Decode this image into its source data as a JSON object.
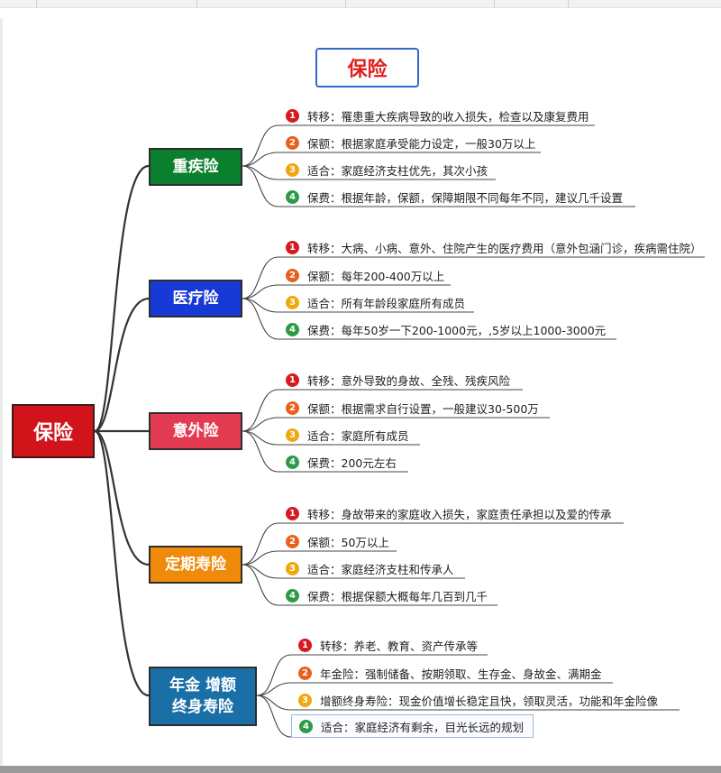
{
  "title": "保险",
  "root": {
    "label": "保险",
    "color": "#d1131a"
  },
  "branches": [
    {
      "label": "重疾险",
      "color": "#0a7f2e",
      "items": [
        {
          "n": "1",
          "text": "转移：罹患重大疾病导致的收入损失，检查以及康复费用"
        },
        {
          "n": "2",
          "text": "保额：根据家庭承受能力设定，一般30万以上"
        },
        {
          "n": "3",
          "text": "适合：家庭经济支柱优先，其次小孩"
        },
        {
          "n": "4",
          "text": "保费：根据年龄，保额，保障期限不同每年不同，建议几千设置"
        }
      ]
    },
    {
      "label": "医疗险",
      "color": "#1739d6",
      "items": [
        {
          "n": "1",
          "text": "转移：大病、小病、意外、住院产生的医疗费用（意外包涵门诊，疾病需住院）"
        },
        {
          "n": "2",
          "text": "保额：每年200-400万以上"
        },
        {
          "n": "3",
          "text": "适合：所有年龄段家庭所有成员"
        },
        {
          "n": "4",
          "text": "保费：每年50岁一下200-1000元，,5岁以上1000-3000元"
        }
      ]
    },
    {
      "label": "意外险",
      "color": "#e33c52",
      "items": [
        {
          "n": "1",
          "text": "转移：意外导致的身故、全残、残疾风险"
        },
        {
          "n": "2",
          "text": "保额：根据需求自行设置，一般建议30-500万"
        },
        {
          "n": "3",
          "text": "适合：家庭所有成员"
        },
        {
          "n": "4",
          "text": "保费：200元左右"
        }
      ]
    },
    {
      "label": "定期寿险",
      "color": "#f08a0b",
      "items": [
        {
          "n": "1",
          "text": "转移：身故带来的家庭收入损失，家庭责任承担以及爱的传承"
        },
        {
          "n": "2",
          "text": "保额：50万以上"
        },
        {
          "n": "3",
          "text": "适合：家庭经济支柱和传承人"
        },
        {
          "n": "4",
          "text": "保费：根据保额大概每年几百到几千"
        }
      ]
    },
    {
      "label_line1": "年金 增额",
      "label_line2": "终身寿险",
      "color": "#1a6fa7",
      "items": [
        {
          "n": "1",
          "text": "转移：养老、教育、资产传承等"
        },
        {
          "n": "2",
          "text": "年金险：强制储备、按期领取、生存金、身故金、满期金"
        },
        {
          "n": "3",
          "text": "增额终身寿险：现金价值增长稳定且快，领取灵活，功能和年金险像"
        },
        {
          "n": "4",
          "text": "适合：家庭经济有剩余，目光长远的规划"
        }
      ]
    }
  ]
}
